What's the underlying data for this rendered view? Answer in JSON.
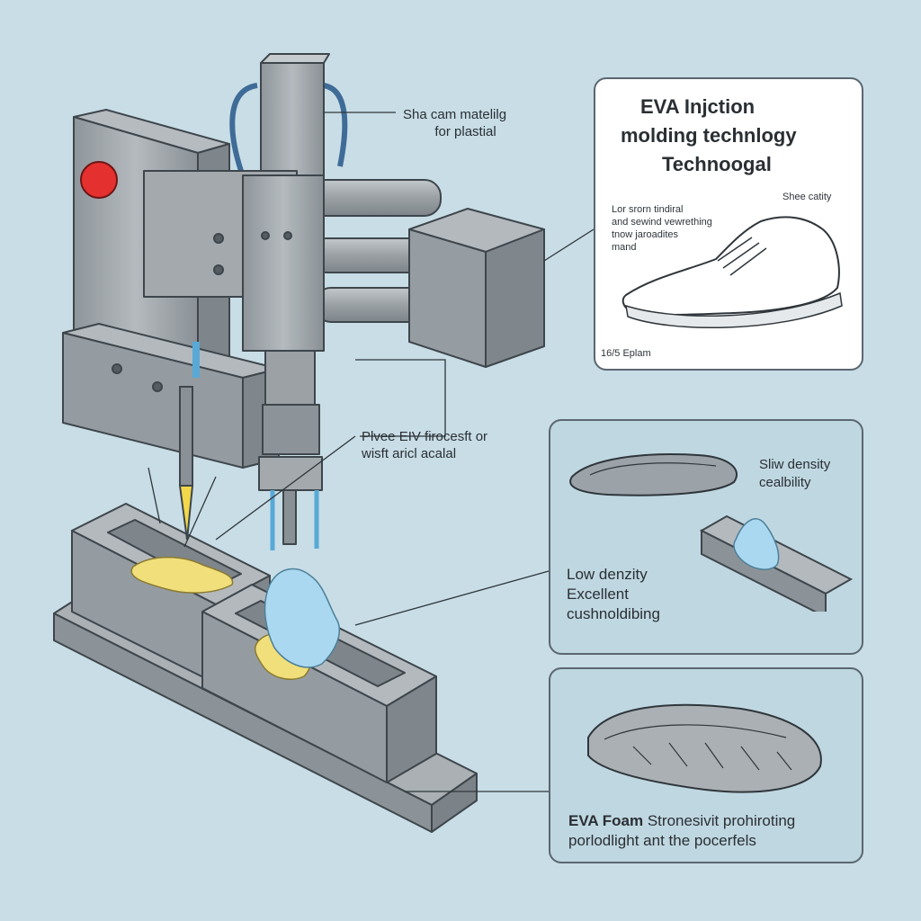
{
  "callouts": {
    "top_line1": "Sha cam matelilg",
    "top_line2": "for plastial",
    "mid_line1": "Plvee EIV firocesft or",
    "mid_line2": "wisft aricl acalal"
  },
  "panel_top": {
    "title_line1": "EVA Injction",
    "title_line2": "molding technlogy",
    "title_line3": "Technoogal",
    "note_right": "Shee catity",
    "note_left_1": "Lor srorn tindiral",
    "note_left_2": "and sewind vewrething",
    "note_left_3": "tnow jaroadites",
    "note_left_4": "mand",
    "footer": "16/5 Eplam"
  },
  "panel_mid": {
    "note_1": "Sliw density",
    "note_2": "cealbility",
    "text_1": "Low denzity",
    "text_2": "Excellent",
    "text_3": "cushnoldibing"
  },
  "panel_bottom": {
    "text_bold": "EVA Foam",
    "text_rest": " Stronesivit prohiroting",
    "text_2": "porlodlight ant the pocerfels"
  },
  "colors": {
    "background": "#c8dde6",
    "machine_metal": "#9aa1a6",
    "indicator_light": "#e53030",
    "eva_yellow": "#f0df7a",
    "melt_blue": "#a9d8f0"
  }
}
